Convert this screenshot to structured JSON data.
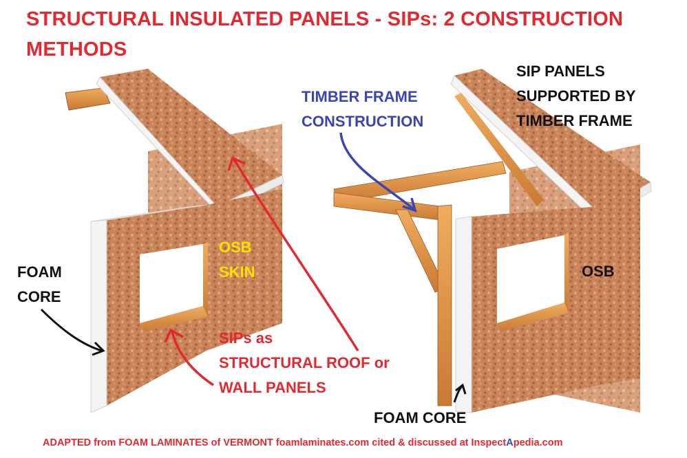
{
  "title": {
    "line1": "STRUCTURAL INSULATED PANELS - SIPs: 2 CONSTRUCTION",
    "line2": "METHODS"
  },
  "labels": {
    "foam_core_left_1": "FOAM",
    "foam_core_left_2": "CORE",
    "osb_skin_1": "OSB",
    "osb_skin_2": "SKIN",
    "sips_1": "SIPs as",
    "sips_2": "STRUCTURAL ROOF or",
    "sips_3": "WALL PANELS",
    "timber_1": "TIMBER FRAME",
    "timber_2": "CONSTRUCTION",
    "sip_panels_1": "SIP PANELS",
    "sip_panels_2": "SUPPORTED BY",
    "sip_panels_3": "TIMBER FRAME",
    "osb_right": "OSB",
    "foam_core_bottom": "FOAM CORE"
  },
  "footer": {
    "prefix": "ADAPTED from FOAM LAMINATES of VERMONT foamlaminates.com cited & discussed at Inspect",
    "highlight": "A",
    "suffix": "pedia.com"
  },
  "colors": {
    "title_red": "#e2292f",
    "blue_label": "#3a44b4",
    "yellow_label": "#ffe000",
    "osb": "#c9855a",
    "timber": "#d4863a"
  }
}
